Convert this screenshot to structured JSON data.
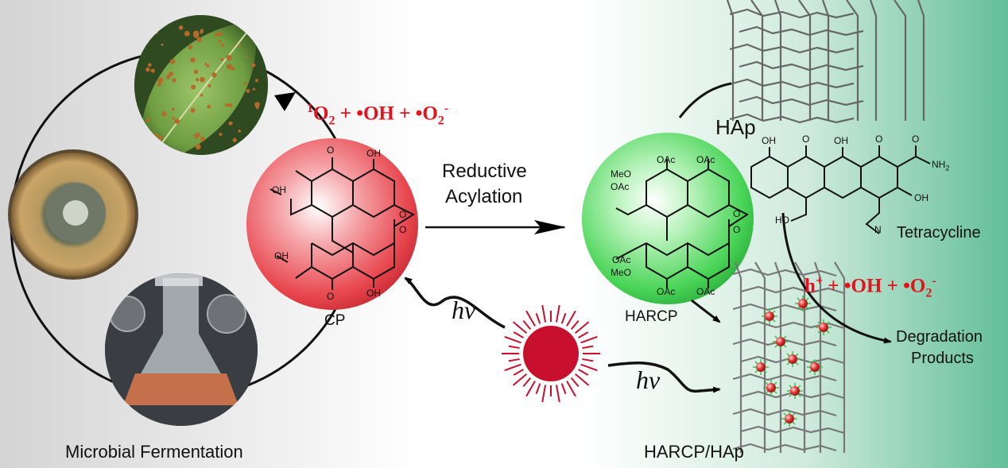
{
  "labels": {
    "microbial_fermentation": "Microbial Fermentation",
    "cp": "CP",
    "reductive": "Reductive",
    "acylation": "Acylation",
    "harcp": "HARCP",
    "hap": "HAp",
    "tetracycline": "Tetracycline",
    "degradation_1": "Degradation",
    "degradation_2": "Products",
    "harcp_hap": "HARCP/HAp",
    "hv_upper": "hv",
    "hv_lower": "hv"
  },
  "ros_top": {
    "singlet": "1",
    "o2_a": "O",
    "sub_2a": "2",
    "plus_oh": " + •OH + •O",
    "sub_2b": "2",
    "minus": "-"
  },
  "ros_right": {
    "h": "h",
    "plus": "+",
    "mid": " + •OH + •O",
    "sub_2": "2",
    "minus": "-"
  },
  "cp_groups": {
    "oh_top": "OH",
    "oh_bottom": "OH",
    "oh_side_top": "OH",
    "oh_side_bottom": "OH",
    "o_top": "O",
    "o_bottom": "O",
    "o_mid1": "O",
    "o_mid2": "O"
  },
  "harcp_groups": {
    "oac1": "OAc",
    "oac2": "OAc",
    "oac3": "OAc",
    "oac4": "OAc",
    "oac5": "OAc",
    "oac6": "OAc",
    "meo_top": "MeO",
    "meo_bottom": "MeO",
    "o1": "O",
    "o2": "O"
  },
  "tc_groups": {
    "oh1": "OH",
    "o1": "O",
    "oh2": "OH",
    "o2": "O",
    "o3": "O",
    "nh2": "NH",
    "nh2_sub": "2",
    "ho": "HO",
    "oh3": "OH",
    "n": "N"
  },
  "colors": {
    "cp_sphere": "#e8474f",
    "harcp_sphere": "#48d456",
    "ros_text": "#e3121c",
    "sun": "#c8102e",
    "bg_right": "#62bf97"
  }
}
